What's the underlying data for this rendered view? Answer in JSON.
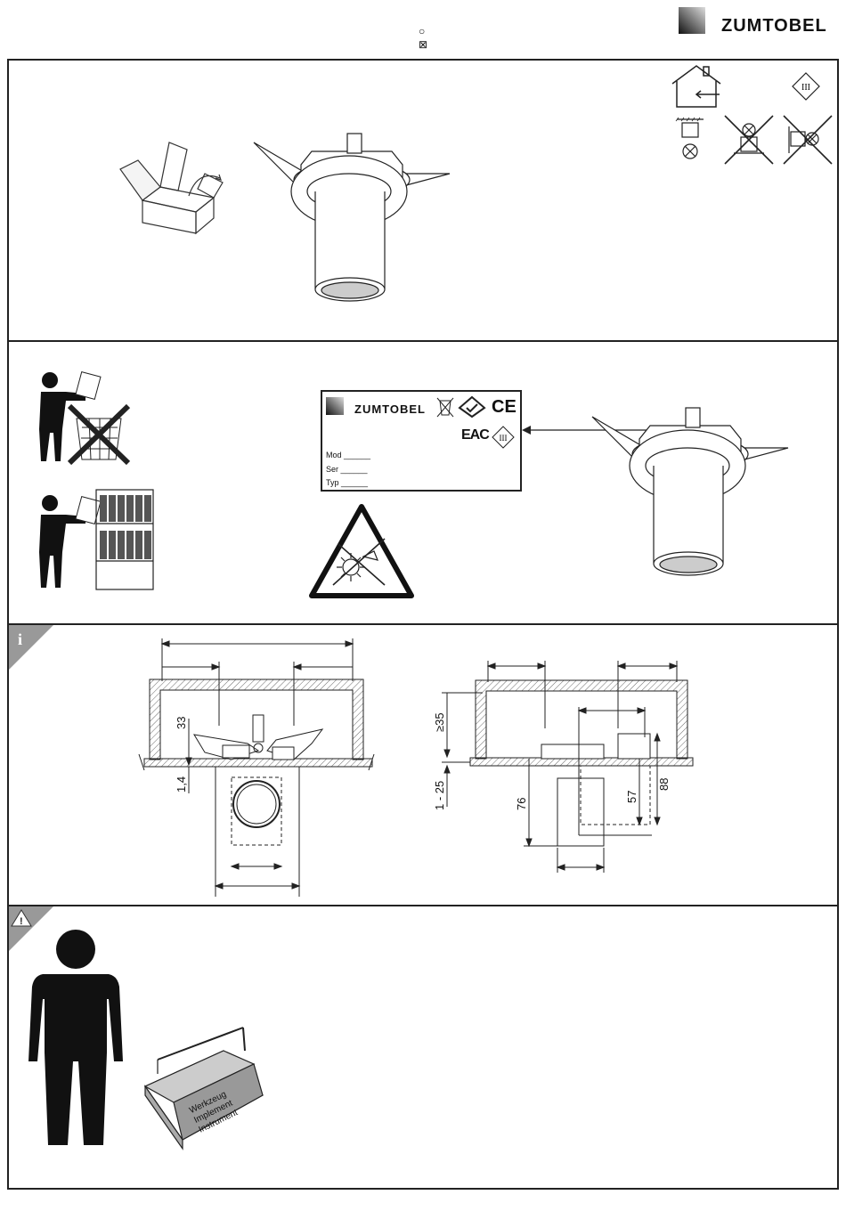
{
  "header": {
    "brand": "ZUMTOBEL",
    "symbol_top": "○",
    "symbol_bottom": "⊠"
  },
  "panel1": {
    "protection_class": "III"
  },
  "panel2": {
    "label_brand": "ZUMTOBEL",
    "ce_mark": "CE",
    "eac_mark": "EAC",
    "protection_class": "III",
    "fields": [
      "Mod",
      "Ser",
      "Typ"
    ],
    "field_placeholder": "______"
  },
  "panel3": {
    "info_icon": "i",
    "dim_33": "33",
    "dim_1_4": "1,4",
    "dim_ge35": "≥35",
    "dim_1_25": "1 - 25",
    "dim_76": "76",
    "dim_57": "57",
    "dim_88": "88"
  },
  "panel4": {
    "warning_icon": "!",
    "toolbox_line1": "Werkzeug",
    "toolbox_line2": "Implement",
    "toolbox_line3": "Instrument"
  },
  "icons": [
    "zumtobel-logo-icon",
    "house-indoor-icon",
    "protection-class-iii-icon",
    "ceiling-mount-icon",
    "not-floor-mount-icon",
    "not-wall-mount-icon",
    "box-open-icon",
    "recessed-spotlight-icon",
    "keep-instructions-icon",
    "dont-discard-icon",
    "file-shelf-icon",
    "dont-look-into-light-icon",
    "weee-icon",
    "rcm-icon",
    "info-icon",
    "warning-icon",
    "person-icon",
    "toolbox-icon"
  ]
}
